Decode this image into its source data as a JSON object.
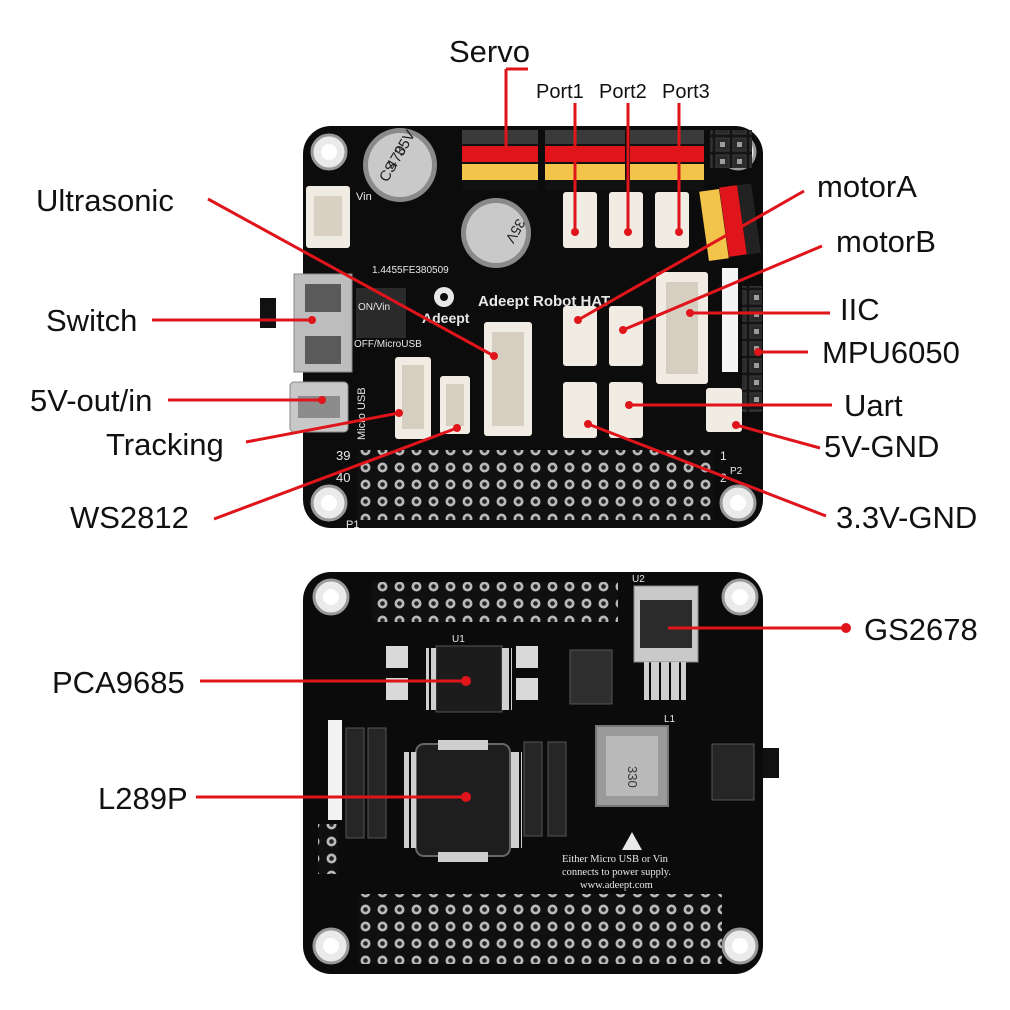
{
  "labels": {
    "servo": "Servo",
    "port1": "Port1",
    "port2": "Port2",
    "port3": "Port3",
    "ultrasonic": "Ultrasonic",
    "motorA": "motorA",
    "motorB": "motorB",
    "switch": "Switch",
    "iic": "IIC",
    "mpu6050": "MPU6050",
    "five_v_out_in": "5V-out/in",
    "uart": "Uart",
    "tracking": "Tracking",
    "five_v_gnd": "5V-GND",
    "ws2812": "WS2812",
    "three_v_gnd": "3.3V-GND",
    "gs2678": "GS2678",
    "pca9685": "PCA9685",
    "l289p": "L289P"
  },
  "silkscreen": {
    "board_title": "Adeept Robot HAT",
    "brand": "Adeept",
    "capacitor_cs": "CS",
    "capacitor_uf": "470",
    "capacitor_v": "35V",
    "serial": "1.4455FE380509",
    "power_note_1": "Either Micro USB or Vin",
    "power_note_2": "connects to power supply.",
    "website": "www.adeept.com",
    "chip_u1": "U1",
    "chip_u2": "U2",
    "inductor": "330",
    "inductor_ref": "L1",
    "header_pin_39": "39",
    "header_pin_40": "40",
    "header_pin_1": "1",
    "header_pin_2": "2",
    "header_p1": "P1",
    "header_p2": "P2",
    "on_vin": "ON/Vin",
    "off_usb": "OFF/MicroUSB",
    "micro_usb": "Micro USB",
    "vin": "Vin"
  },
  "colors": {
    "lead": "#e0141b",
    "pcb": "#0c0c0c",
    "pin_red": "#e0141b",
    "pin_yellow": "#f3c44a",
    "connector": "#f1ece3"
  }
}
